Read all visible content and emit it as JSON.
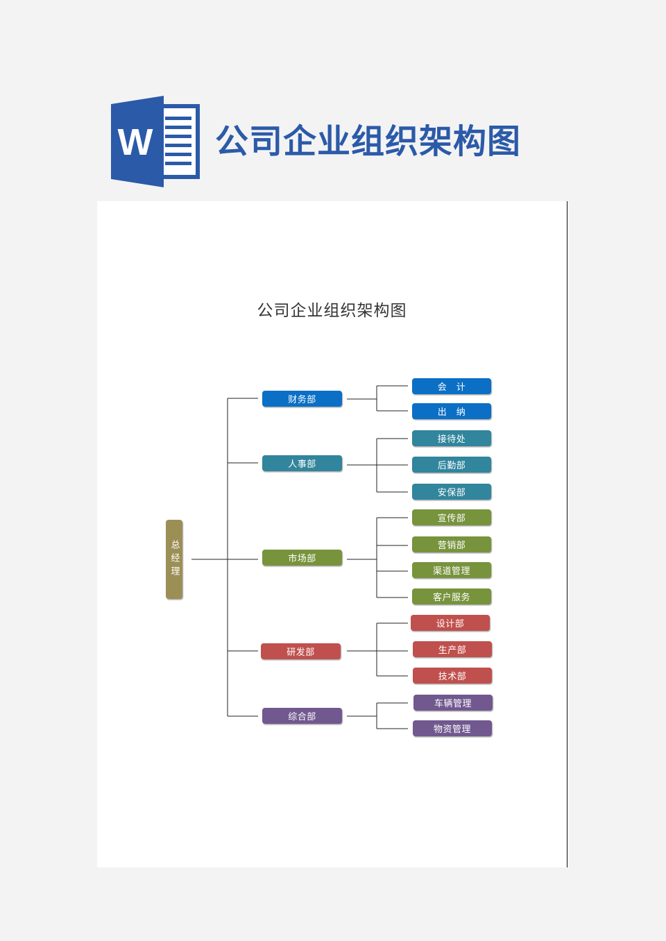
{
  "header": {
    "title": "公司企业组织架构图",
    "logo_letter": "W",
    "logo_color": "#2b5aa8"
  },
  "document": {
    "title": "公司企业组织架构图"
  },
  "org_chart": {
    "root": {
      "label": "总经理",
      "color": "#9b8f55"
    },
    "departments": [
      {
        "label": "财务部",
        "color": "#0b6fc6",
        "children": [
          "会　计",
          "出　纳"
        ]
      },
      {
        "label": "人事部",
        "color": "#31859c",
        "children": [
          "接待处",
          "后勤部",
          "安保部"
        ]
      },
      {
        "label": "市场部",
        "color": "#77933c",
        "children": [
          "宣传部",
          "营销部",
          "渠道管理",
          "客户服务"
        ]
      },
      {
        "label": "研发部",
        "color": "#c0504d",
        "children": [
          "设计部",
          "生产部",
          "技术部"
        ]
      },
      {
        "label": "综合部",
        "color": "#71588f",
        "children": [
          "车辆管理",
          "物资管理"
        ]
      }
    ]
  }
}
